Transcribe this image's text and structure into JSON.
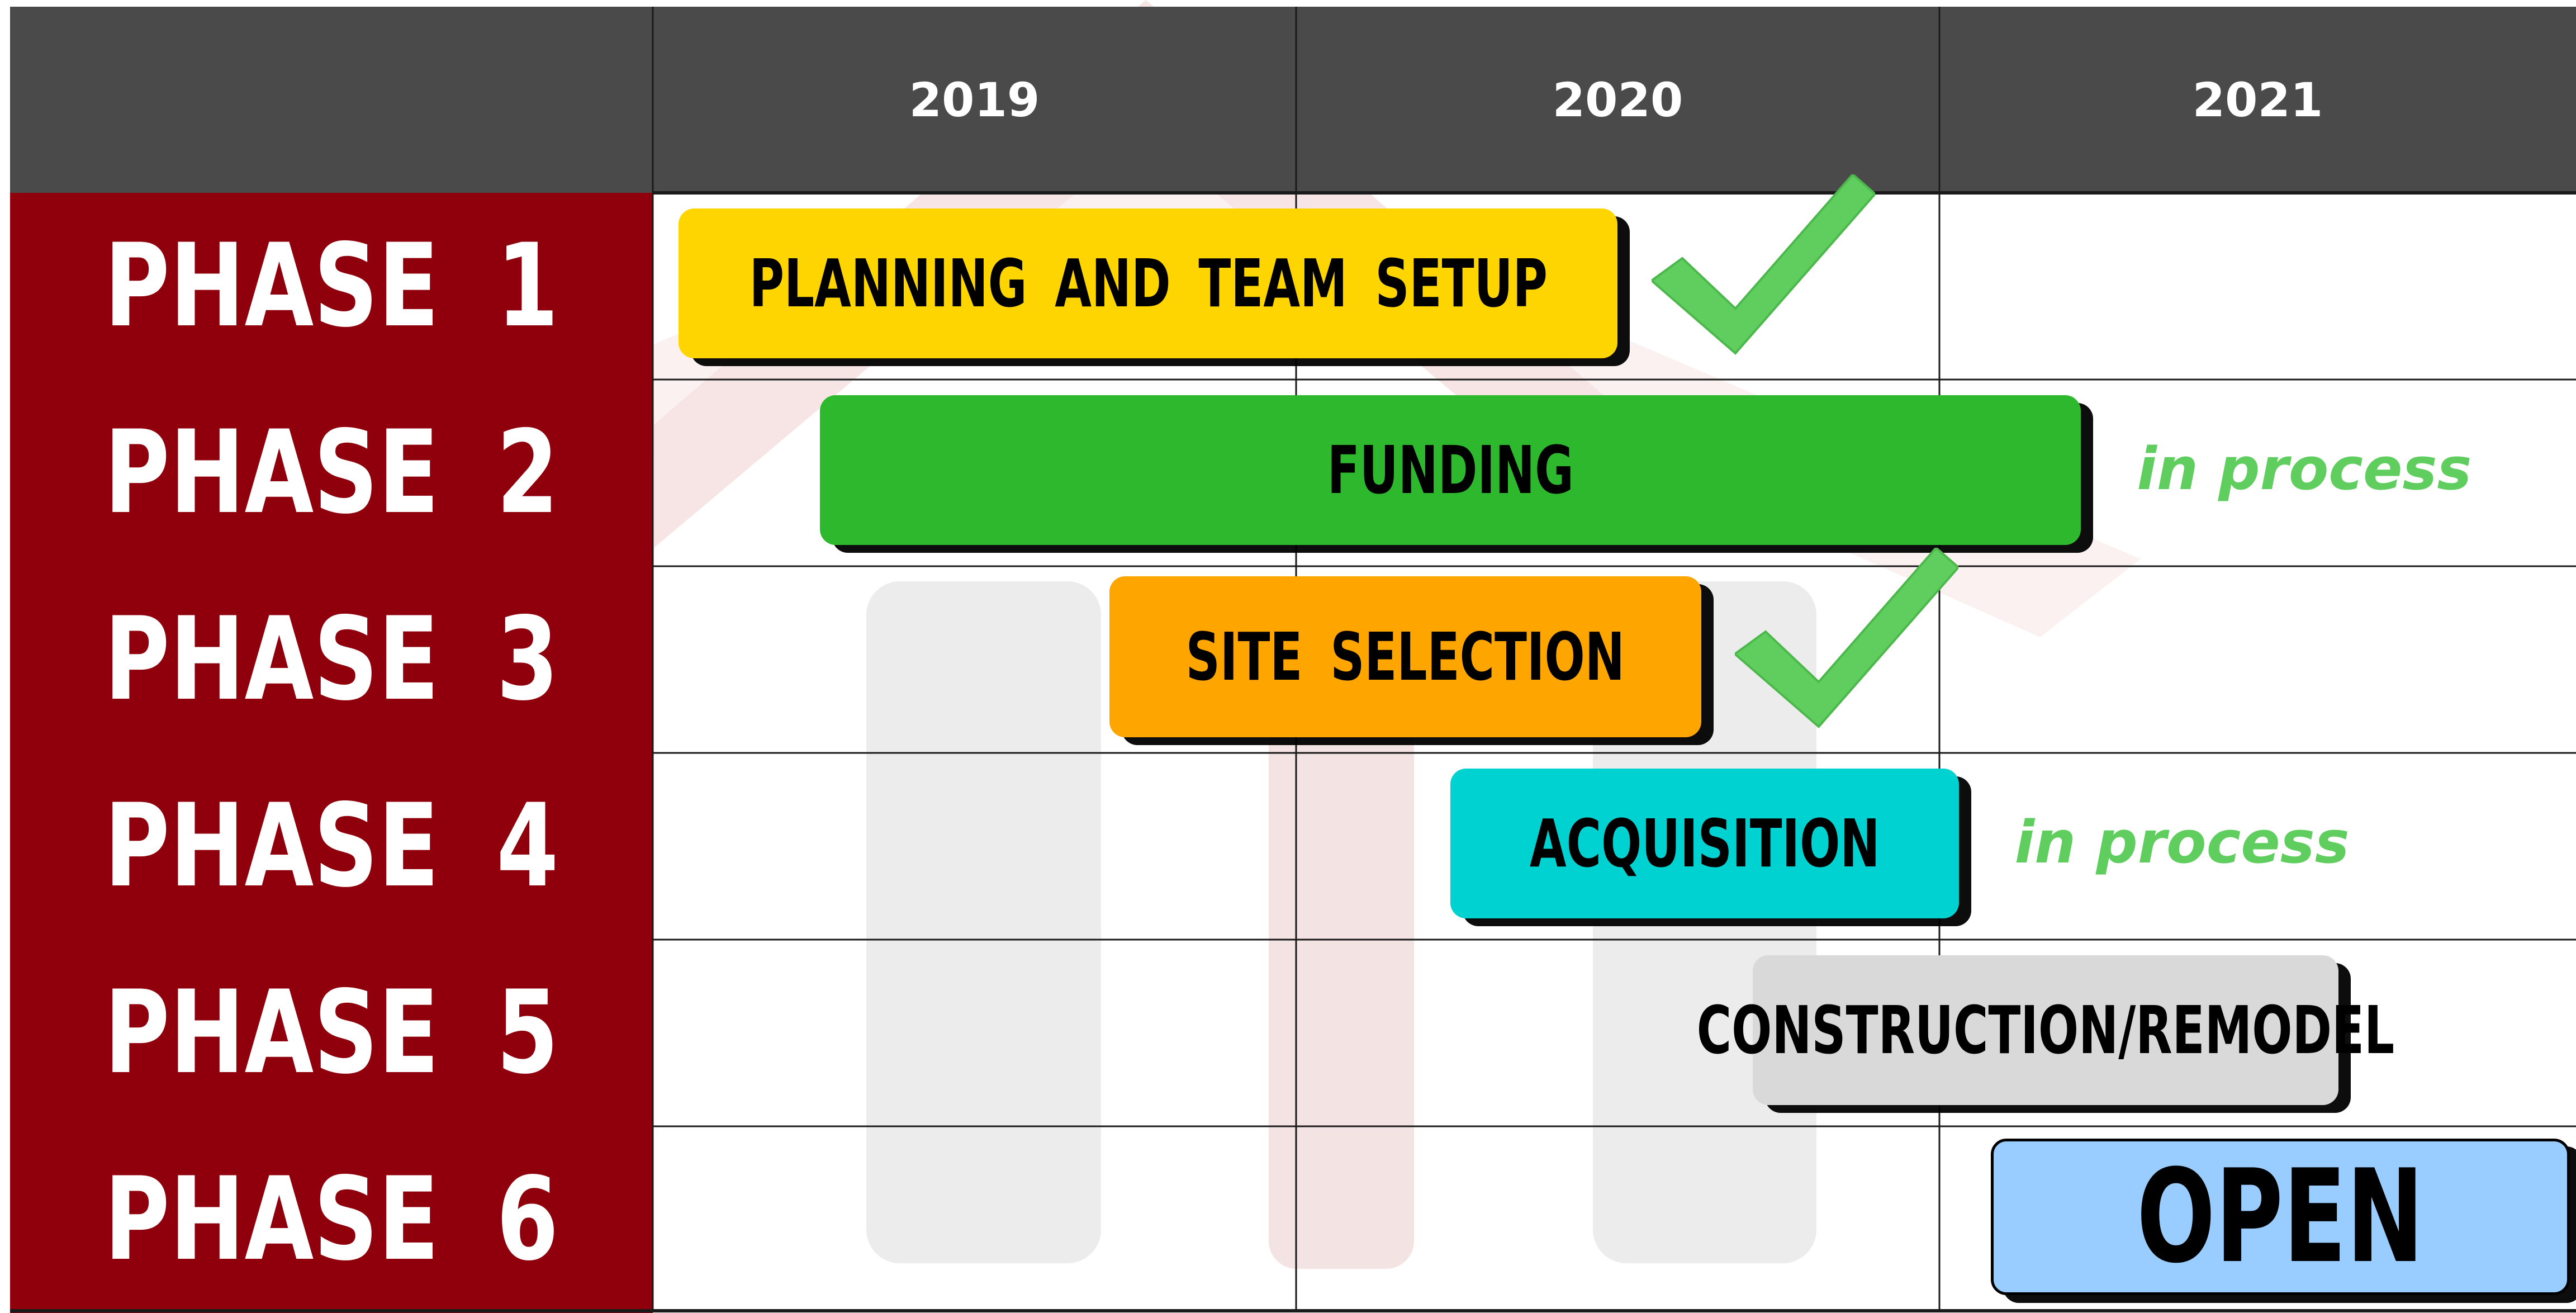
{
  "chart_data": {
    "type": "gantt",
    "columns": [
      "2019",
      "2020",
      "2021"
    ],
    "rows": [
      {
        "phase": "PHASE 1",
        "task": "PLANNING AND TEAM SETUP",
        "color": "#ffd500",
        "start": 2019.04,
        "end": 2020.5,
        "status": "check",
        "note": ""
      },
      {
        "phase": "PHASE 2",
        "task": "FUNDING",
        "color": "#2db82d",
        "start": 2019.26,
        "end": 2021.22,
        "status": "note",
        "note": "in process"
      },
      {
        "phase": "PHASE 3",
        "task": "SITE SELECTION",
        "color": "#ffa500",
        "start": 2019.71,
        "end": 2020.63,
        "status": "check",
        "note": ""
      },
      {
        "phase": "PHASE 4",
        "task": "ACQUISITION",
        "color": "#00d2d2",
        "start": 2020.24,
        "end": 2021.03,
        "status": "note",
        "note": "in process"
      },
      {
        "phase": "PHASE 5",
        "task": "CONSTRUCTION/REMODEL",
        "color": "#d9d9d9",
        "start": 2020.71,
        "end": 2021.62,
        "status": "none",
        "note": ""
      },
      {
        "phase": "PHASE 6",
        "task": "OPEN",
        "color": "#99ccff",
        "start": 2021.08,
        "end": 2021.98,
        "status": "none",
        "note": ""
      }
    ],
    "colors": {
      "header": "#4a4a4a",
      "phase": "#8f000c",
      "check": "#5fce5f",
      "note": "#5fce5f"
    }
  }
}
